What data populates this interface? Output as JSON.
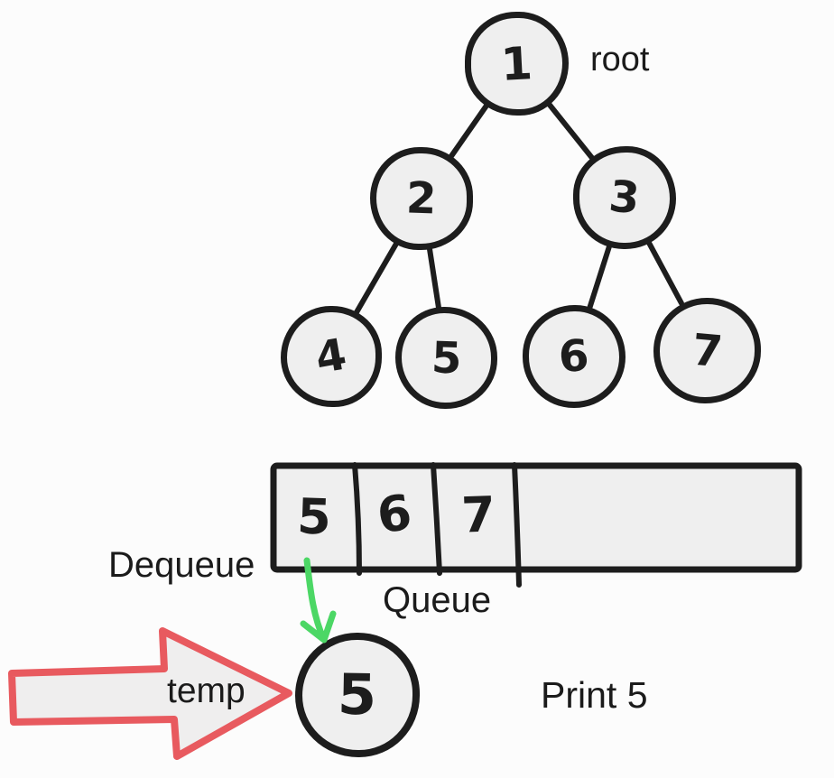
{
  "colors": {
    "background": "#fcfcfc",
    "ink": "#1d1d1d",
    "node_fill": "#efefef",
    "green_arrow": "#4cd765",
    "red_arrow_stroke": "#e85a5f",
    "red_arrow_fill": "#efeeee"
  },
  "tree": {
    "root_label": "root",
    "nodes": [
      {
        "value": "1"
      },
      {
        "value": "2"
      },
      {
        "value": "3"
      },
      {
        "value": "4"
      },
      {
        "value": "5"
      },
      {
        "value": "6"
      },
      {
        "value": "7"
      }
    ],
    "edges": [
      "1-2",
      "1-3",
      "2-4",
      "2-5",
      "3-6",
      "3-7"
    ]
  },
  "queue": {
    "label": "Queue",
    "dequeue_label": "Dequeue",
    "cells": [
      "5",
      "6",
      "7"
    ]
  },
  "temp": {
    "label": "temp",
    "value": "5"
  },
  "print_label": "Print 5"
}
